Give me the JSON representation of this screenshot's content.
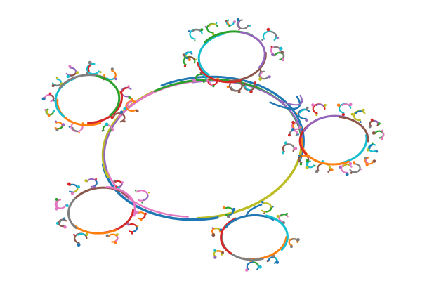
{
  "figure": {
    "palette": {
      "blue": "#1f77b4",
      "orange": "#ff7f0e",
      "green": "#2ca02c",
      "red": "#d62728",
      "purple": "#9467bd",
      "brown": "#8c564b",
      "pink": "#e377c2",
      "gray": "#7f7f7f",
      "olive": "#bcbd22",
      "cyan": "#17becf"
    },
    "background": "#ffffff",
    "structure": "fractal-circle-tree",
    "main_circle": {
      "color_arcs": [
        "green",
        "blue",
        "olive",
        "purple",
        "pink",
        "brown"
      ]
    },
    "child_circles": [
      {
        "name": "top",
        "arc_colors": [
          "brown",
          "red",
          "cyan",
          "green",
          "purple"
        ]
      },
      {
        "name": "upper-left",
        "arc_colors": [
          "red",
          "orange",
          "cyan",
          "gray",
          "green"
        ]
      },
      {
        "name": "right",
        "arc_colors": [
          "cyan",
          "orange",
          "red",
          "purple",
          "brown"
        ]
      },
      {
        "name": "lower-left",
        "arc_colors": [
          "red",
          "orange",
          "gray",
          "brown",
          "pink"
        ]
      },
      {
        "name": "bottom",
        "arc_colors": [
          "orange",
          "gray",
          "red",
          "blue",
          "cyan"
        ]
      }
    ]
  }
}
